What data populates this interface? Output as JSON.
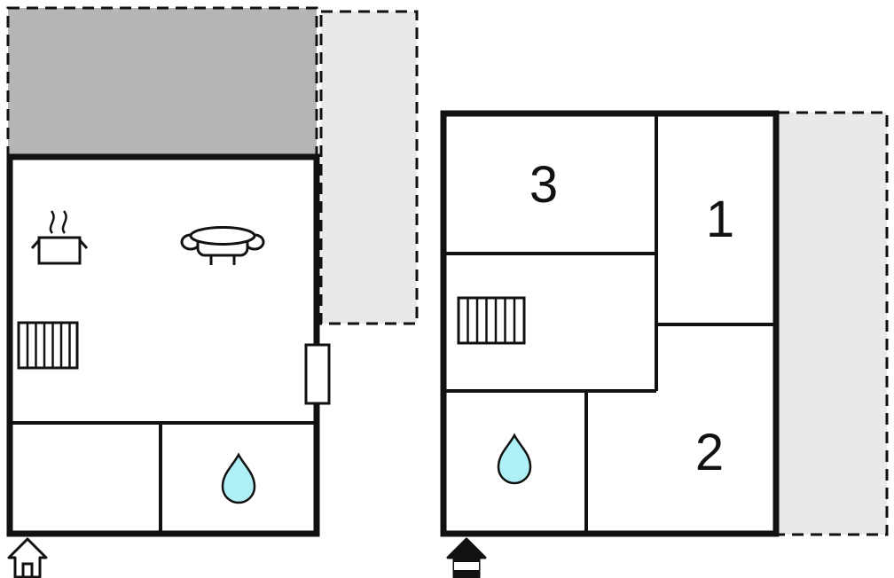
{
  "colors": {
    "background": "#ffffff",
    "wall": "#111111",
    "terrace_dark": "#b5b5b5",
    "terrace_light": "#e9e9e9",
    "water": "#aef0f5",
    "white": "#ffffff"
  },
  "labels": {
    "room_1": "1",
    "room_2": "2",
    "room_3": "3"
  },
  "icons": {
    "cooking_pot": "cooking-pot-icon",
    "steam": "steam-icon",
    "sofa": "sofa-icon",
    "radiator": "radiator-icon",
    "door": "door-icon",
    "water_drop": "water-drop-icon",
    "entrance": "entrance-icon"
  }
}
